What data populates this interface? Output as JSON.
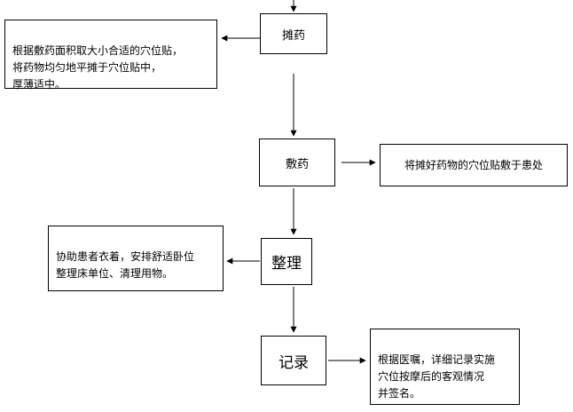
{
  "steps": {
    "spread": "摊药",
    "apply": "敷药",
    "tidy": "整理",
    "record": "记录"
  },
  "notes": {
    "spread": "根据敷药面积取大小合适的穴位贴，\n将药物均匀地平摊于穴位贴中，\n厚薄适中。",
    "apply": "将摊好药物的穴位贴敷于患处",
    "tidy": "协助患者衣着，安排舒适卧位\n整理床单位、清理用物。",
    "record": "根据医嘱，详细记录实施\n穴位按摩后的客观情况\n并签名。"
  }
}
